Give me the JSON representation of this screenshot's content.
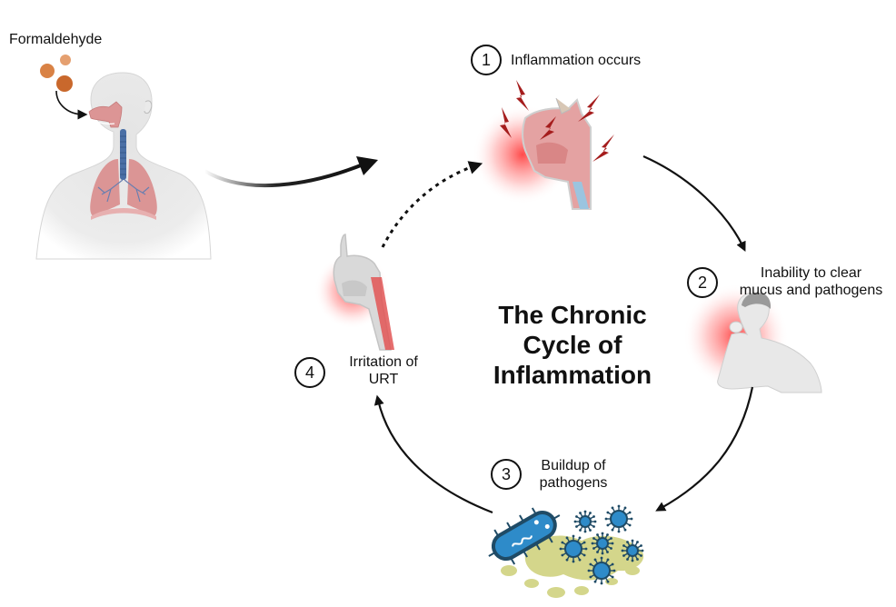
{
  "diagram": {
    "title_lines": [
      "The Chronic",
      "Cycle of",
      "Inflammation"
    ],
    "source": {
      "label": "Formaldehyde",
      "icon": "formaldehyde-particles-icon",
      "figure": "human-respiratory-system"
    },
    "steps": [
      {
        "number": "1",
        "lines": [
          "Inflammation occurs"
        ],
        "figure": "inflamed-nasal-cavity-with-lightning"
      },
      {
        "number": "2",
        "lines": [
          "Inability to clear",
          "mucus and pathogens"
        ],
        "figure": "coughing-man"
      },
      {
        "number": "3",
        "lines": [
          "Buildup of",
          "pathogens"
        ],
        "figure": "bacteria-viruses-mucus"
      },
      {
        "number": "4",
        "lines": [
          "Irritation of",
          "URT"
        ],
        "figure": "irritated-upper-respiratory-tract"
      }
    ],
    "arrows": [
      {
        "from": "source",
        "to": "step-1",
        "style": "solid-gradient"
      },
      {
        "from": "step-1",
        "to": "step-2",
        "style": "solid"
      },
      {
        "from": "step-2",
        "to": "step-3",
        "style": "solid"
      },
      {
        "from": "step-3",
        "to": "step-4",
        "style": "solid"
      },
      {
        "from": "step-4",
        "to": "step-1",
        "style": "dotted"
      }
    ],
    "colors": {
      "text": "#111111",
      "inflammation_glow": "#ff3b3b",
      "lightning": "#a51d1d",
      "tissue": "#e8a0a0",
      "trachea": "#4a6fa5",
      "skin": "#e6e6e6",
      "particle": "#d0763a",
      "pathogen": "#2e8bc9",
      "pathogen_outline": "#1f4b66",
      "mucus": "#cfd27a"
    }
  }
}
